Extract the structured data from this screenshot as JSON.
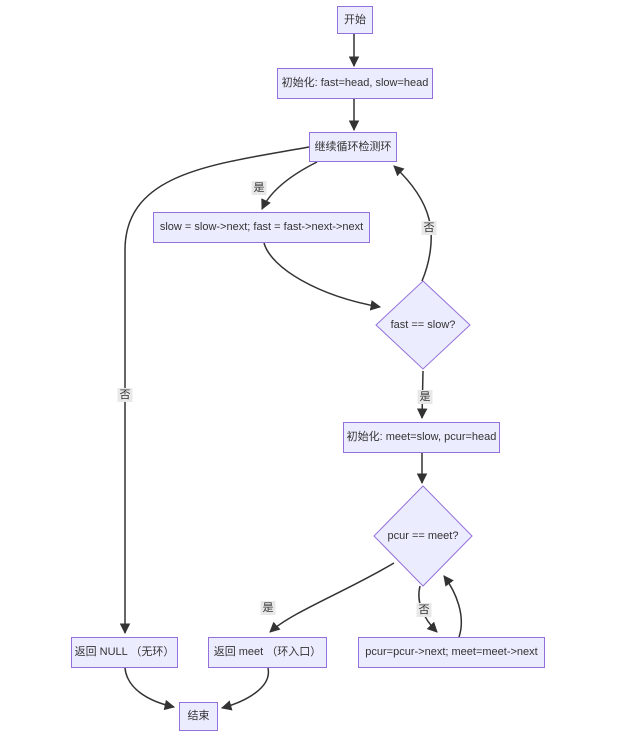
{
  "diagram": {
    "type": "flowchart",
    "background": "#ffffff",
    "colors": {
      "node_fill": "#ECECFF",
      "node_border": "#9370DB",
      "edge_color": "#333333",
      "text_color": "#333333",
      "edge_label_bg": "#e8e8e8"
    },
    "nodes": {
      "start": {
        "label": "开始"
      },
      "init_fast_slow": {
        "label": "初始化: fast=head, slow=head"
      },
      "loop_check": {
        "label": "继续循环检测环"
      },
      "advance_fast_slow": {
        "label": "slow = slow->next; fast = fast->next->next"
      },
      "fast_eq_slow": {
        "label": "fast == slow?"
      },
      "init_meet_pcur": {
        "label": "初始化: meet=slow, pcur=head"
      },
      "pcur_eq_meet": {
        "label": "pcur == meet?"
      },
      "return_null": {
        "label": "返回 NULL （无环）"
      },
      "return_meet": {
        "label": "返回 meet （环入口）"
      },
      "advance_pcur_meet": {
        "label": "pcur=pcur->next; meet=meet->next"
      },
      "end": {
        "label": "结束"
      }
    },
    "edge_labels": {
      "loop_yes": "是",
      "loop_no": "否",
      "fast_eq_slow_no": "否",
      "fast_eq_slow_yes": "是",
      "pcur_eq_meet_yes": "是",
      "pcur_eq_meet_no": "否"
    }
  }
}
